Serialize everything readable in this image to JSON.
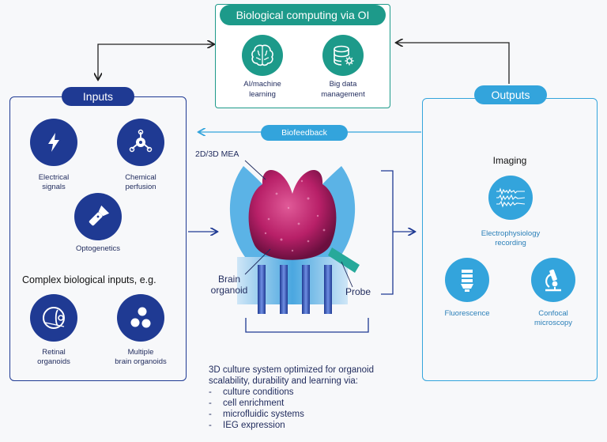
{
  "oi": {
    "title": "Biological computing via OI",
    "items": [
      {
        "label": "AI/machine\nlearning",
        "icon": "brain-icon"
      },
      {
        "label": "Big data\nmanagement",
        "icon": "database-gear-icon"
      }
    ]
  },
  "inputs": {
    "title": "Inputs",
    "items": [
      {
        "label": "Electrical\nsignals",
        "icon": "lightning-icon"
      },
      {
        "label": "Chemical\nperfusion",
        "icon": "molecule-icon"
      },
      {
        "label": "Optogenetics",
        "icon": "flashlight-icon"
      }
    ],
    "complex_title": "Complex biological inputs, e.g.",
    "complex_items": [
      {
        "label": "Retinal\norganoids",
        "icon": "eye-icon"
      },
      {
        "label": "Multiple\nbrain organoids",
        "icon": "organoids-icon"
      }
    ]
  },
  "outputs": {
    "title": "Outputs",
    "imaging_title": "Imaging",
    "items": [
      {
        "label": "Electrophysiology\nrecording",
        "icon": "waveform-icon"
      },
      {
        "label": "Fluorescence",
        "icon": "lightbulb-icon"
      },
      {
        "label": "Confocal\nmicroscopy",
        "icon": "microscope-icon"
      }
    ]
  },
  "center": {
    "biofeedback": "Biofeedback",
    "mea_label": "2D/3D MEA",
    "organoid_label": "Brain\norganoid",
    "probe_label": "Probe"
  },
  "culture": {
    "intro": "3D culture system optimized for organoid\nscalability, durability and learning via:",
    "items": [
      "culture conditions",
      "cell enrichment",
      "microfluidic systems",
      "IEG expression"
    ]
  },
  "colors": {
    "teal": "#1d9a8a",
    "navy": "#1f3a93",
    "sky": "#33a4dc",
    "organoid": "#c0266f"
  }
}
